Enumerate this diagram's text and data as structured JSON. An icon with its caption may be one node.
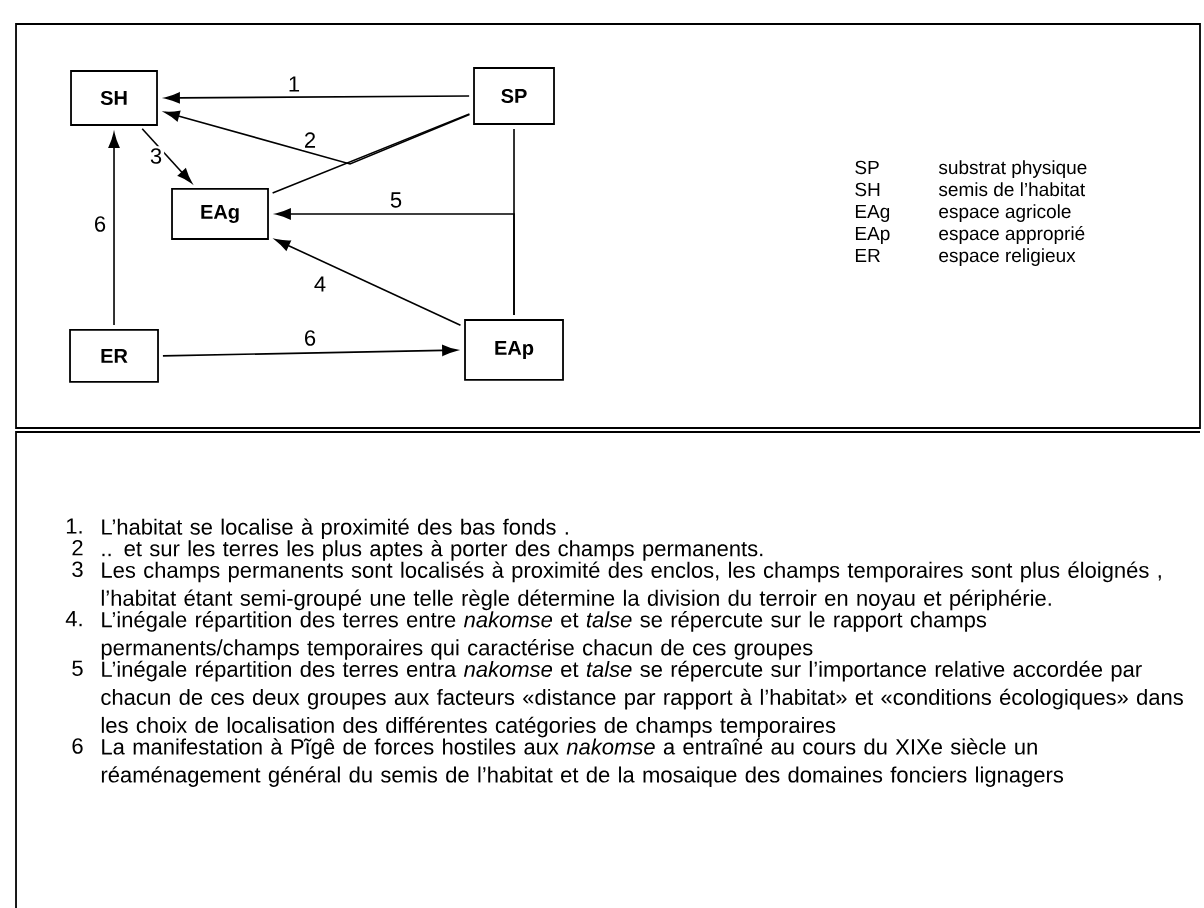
{
  "diagram": {
    "nodes": [
      {
        "text": [
          "SH"
        ]
      },
      {
        "text": [
          "SP"
        ]
      },
      {
        "text": [
          "EAg"
        ]
      },
      {
        "text": [
          "ER"
        ]
      },
      {
        "text": [
          "EAp"
        ]
      }
    ],
    "edges": [
      {
        "from": 1,
        "to": 0,
        "arrow": "to",
        "label": "1"
      },
      {
        "from": 1,
        "to": 0,
        "arrow": "to",
        "label": "2"
      },
      {
        "from": 1,
        "to": 2,
        "arrow": "none"
      },
      {
        "from": 0,
        "to": 2,
        "arrow": "to",
        "label": "3"
      },
      {
        "from": 4,
        "to": 2,
        "arrow": "to",
        "label": "5"
      },
      {
        "from": 4,
        "to": 2,
        "arrow": "to",
        "label": "4"
      },
      {
        "from": 1,
        "to": 4,
        "arrow": "none"
      },
      {
        "from": 3,
        "to": 0,
        "arrow": "to",
        "label": "6"
      },
      {
        "from": 3,
        "to": 4,
        "arrow": "to",
        "label": "6"
      }
    ],
    "labels": [
      "SP",
      "substrat physique",
      "SH",
      "semis de l’habitat",
      "EAg",
      "espace agricole",
      "EAp",
      "espace approprié",
      "ER",
      "espace religieux",
      "1.",
      "L’habitat se localise à proximité des bas fonds .",
      "2",
      ".. et sur les terres les plus aptes à porter des champs permanents.",
      "3",
      "Les champs permanents sont localisés à proximité des enclos, les champs temporaires sont plus éloignés , l’habitat étant semi-groupé une telle règle détermine la division du terroir en noyau et périphérie.",
      "4.",
      "L’inégale répartition des terres entre *nakomse* et *talse* se répercute sur le rapport champs permanents/champs temporaires qui caractérise chacun de ces groupes",
      "5",
      "L’inégale répartition des terres entra *nakomse* et *talse* se répercute sur l’importance relative accordée par chacun de ces deux groupes aux facteurs «distance par rapport à l’habitat» et «conditions écologiques» dans les choix de localisation des différentes catégories de champs temporaires",
      "6",
      "La manifestation à Pĩgê de forces hostiles aux *nakomse* a entraîné au cours du XIXe siècle un réaménagement général du semis de l’habitat et de la mosaique des domaines fonciers lignagers"
    ]
  }
}
